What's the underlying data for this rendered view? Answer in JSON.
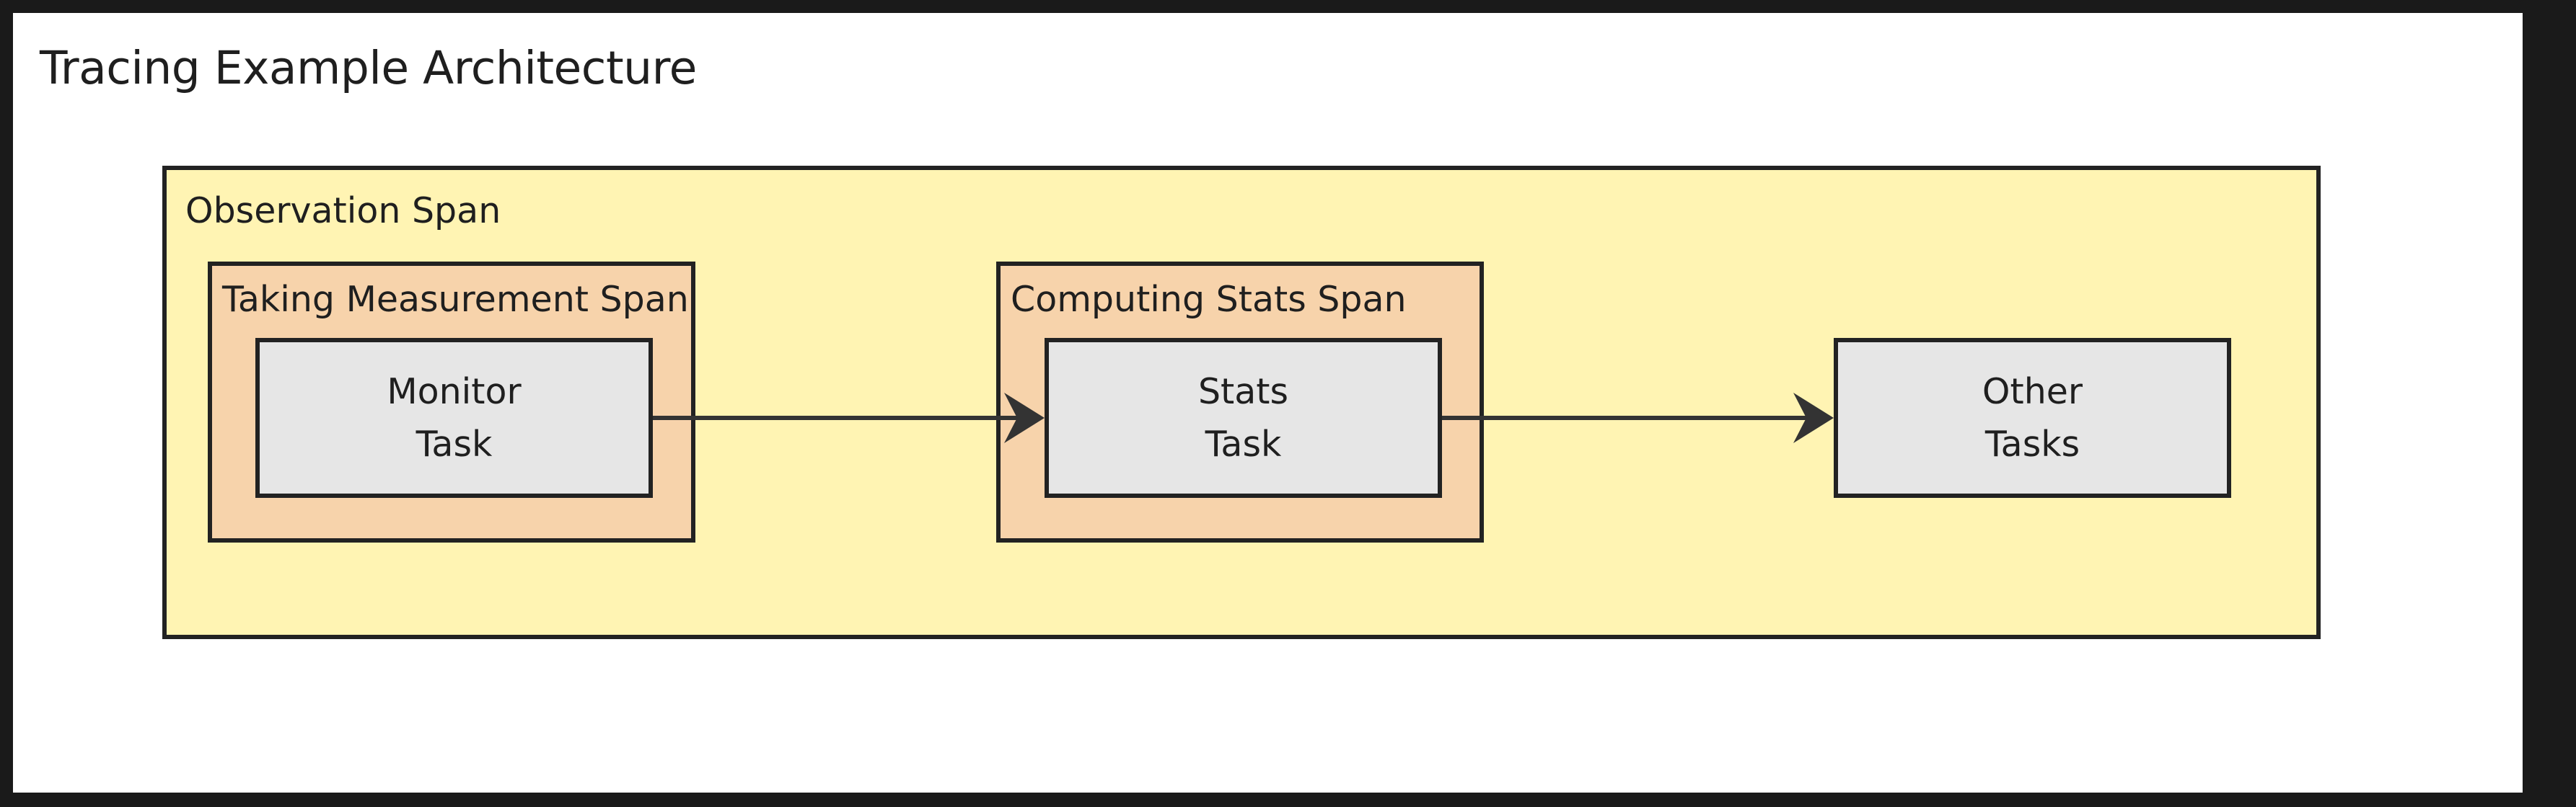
{
  "diagram": {
    "title": "Tracing Example Architecture",
    "groups": {
      "observation": {
        "label": "Observation Span"
      },
      "taking_measurement": {
        "label": "Taking Measurement Span"
      },
      "computing_stats": {
        "label": "Computing Stats Span"
      }
    },
    "nodes": {
      "monitor": {
        "line1": "Monitor",
        "line2": "Task"
      },
      "stats": {
        "line1": "Stats",
        "line2": "Task"
      },
      "other": {
        "line1": "Other",
        "line2": "Tasks"
      }
    },
    "edges": [
      {
        "from": "monitor",
        "to": "stats"
      },
      {
        "from": "stats",
        "to": "other"
      }
    ],
    "colors": {
      "background": "#ffffff",
      "frame": "#1a1a1a",
      "observation_fill": "#fff4b3",
      "inner_span_fill": "#f7d3ab",
      "node_fill": "#e6e6e6",
      "stroke": "#222222",
      "edge": "#333333"
    }
  }
}
